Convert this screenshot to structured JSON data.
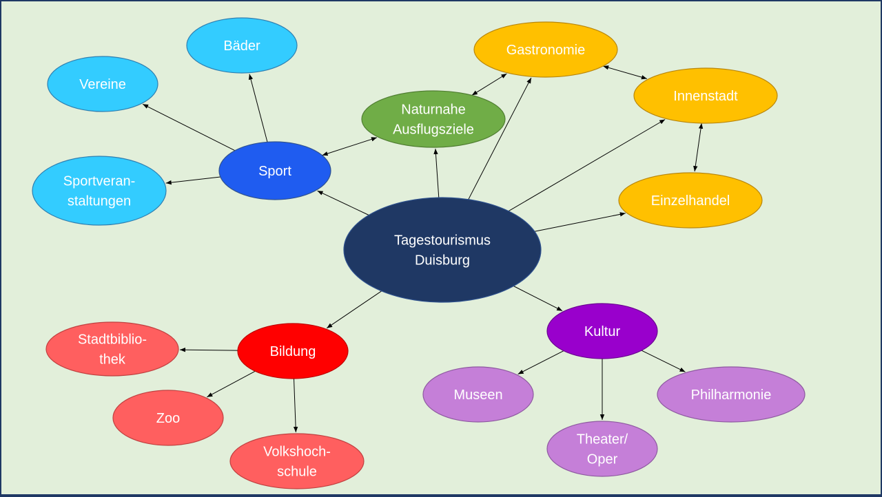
{
  "colors": {
    "background": "#e2efda",
    "border": "#1f3864",
    "edge": "#000000",
    "text": "#ffffff"
  },
  "nodes": [
    {
      "id": "center",
      "lines": [
        "Tagestourismus",
        "Duisburg"
      ],
      "fill": "#1f3864",
      "stroke": "#2f528f"
    },
    {
      "id": "sport",
      "lines": [
        "Sport"
      ],
      "fill": "#1f5cf0",
      "stroke": "#2f528f"
    },
    {
      "id": "baeder",
      "lines": [
        "Bäder"
      ],
      "fill": "#33ccff",
      "stroke": "#2f7fb0"
    },
    {
      "id": "vereine",
      "lines": [
        "Vereine"
      ],
      "fill": "#33ccff",
      "stroke": "#2f7fb0"
    },
    {
      "id": "sportveranstaltungen",
      "lines": [
        "Sportveran-",
        "staltungen"
      ],
      "fill": "#33ccff",
      "stroke": "#2f7fb0"
    },
    {
      "id": "naturnahe",
      "lines": [
        "Naturnahe",
        "Ausflugsziele"
      ],
      "fill": "#70ad47",
      "stroke": "#507e32"
    },
    {
      "id": "gastronomie",
      "lines": [
        "Gastronomie"
      ],
      "fill": "#ffc000",
      "stroke": "#b8860b"
    },
    {
      "id": "innenstadt",
      "lines": [
        "Innenstadt"
      ],
      "fill": "#ffc000",
      "stroke": "#b8860b"
    },
    {
      "id": "einzelhandel",
      "lines": [
        "Einzelhandel"
      ],
      "fill": "#ffc000",
      "stroke": "#b8860b"
    },
    {
      "id": "bildung",
      "lines": [
        "Bildung"
      ],
      "fill": "#ff0000",
      "stroke": "#c00000"
    },
    {
      "id": "stadtbibliothek",
      "lines": [
        "Stadtbiblio-",
        "thek"
      ],
      "fill": "#ff5f5f",
      "stroke": "#c04040"
    },
    {
      "id": "zoo",
      "lines": [
        "Zoo"
      ],
      "fill": "#ff5f5f",
      "stroke": "#c04040"
    },
    {
      "id": "volkshochschule",
      "lines": [
        "Volkshoch-",
        "schule"
      ],
      "fill": "#ff5f5f",
      "stroke": "#c04040"
    },
    {
      "id": "kultur",
      "lines": [
        "Kultur"
      ],
      "fill": "#9900cc",
      "stroke": "#6a0091"
    },
    {
      "id": "museen",
      "lines": [
        "Museen"
      ],
      "fill": "#c57fd8",
      "stroke": "#8e5aa0"
    },
    {
      "id": "theater",
      "lines": [
        "Theater/",
        "Oper"
      ],
      "fill": "#c57fd8",
      "stroke": "#8e5aa0"
    },
    {
      "id": "philharmonie",
      "lines": [
        "Philharmonie"
      ],
      "fill": "#c57fd8",
      "stroke": "#8e5aa0"
    }
  ],
  "edges": [
    {
      "from": "center",
      "to": "sport",
      "direction": "forward"
    },
    {
      "from": "center",
      "to": "naturnahe",
      "direction": "forward"
    },
    {
      "from": "center",
      "to": "gastronomie",
      "direction": "forward"
    },
    {
      "from": "center",
      "to": "innenstadt",
      "direction": "forward"
    },
    {
      "from": "center",
      "to": "einzelhandel",
      "direction": "forward"
    },
    {
      "from": "center",
      "to": "bildung",
      "direction": "forward"
    },
    {
      "from": "center",
      "to": "kultur",
      "direction": "forward"
    },
    {
      "from": "sport",
      "to": "baeder",
      "direction": "forward"
    },
    {
      "from": "sport",
      "to": "vereine",
      "direction": "forward"
    },
    {
      "from": "sport",
      "to": "sportveranstaltungen",
      "direction": "forward"
    },
    {
      "from": "sport",
      "to": "naturnahe",
      "direction": "both"
    },
    {
      "from": "naturnahe",
      "to": "gastronomie",
      "direction": "both"
    },
    {
      "from": "gastronomie",
      "to": "innenstadt",
      "direction": "both"
    },
    {
      "from": "innenstadt",
      "to": "einzelhandel",
      "direction": "both"
    },
    {
      "from": "bildung",
      "to": "stadtbibliothek",
      "direction": "forward"
    },
    {
      "from": "bildung",
      "to": "zoo",
      "direction": "forward"
    },
    {
      "from": "bildung",
      "to": "volkshochschule",
      "direction": "forward"
    },
    {
      "from": "kultur",
      "to": "museen",
      "direction": "forward"
    },
    {
      "from": "kultur",
      "to": "theater",
      "direction": "forward"
    },
    {
      "from": "kultur",
      "to": "philharmonie",
      "direction": "forward"
    }
  ]
}
